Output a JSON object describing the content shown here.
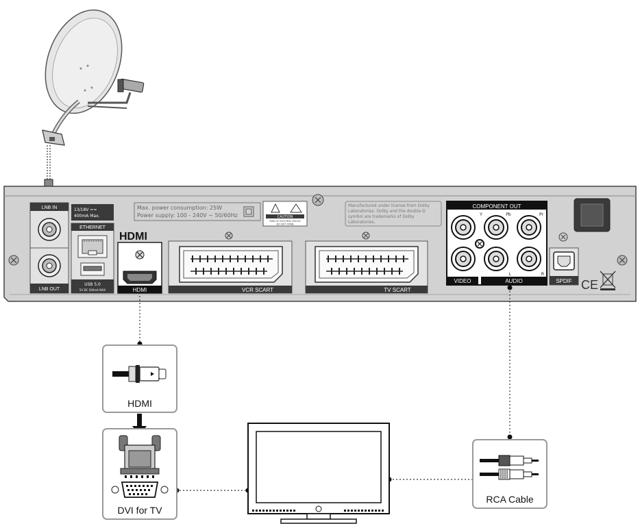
{
  "panel": {
    "lnb_in": "LNB IN",
    "lnb_out": "LNB OUT",
    "lnb_spec": [
      "13/18V ==",
      "400mA Max."
    ],
    "ethernet": "ETHERNET",
    "usb": "USB 5.0",
    "usb_sub": "5V DC 500mA MAX",
    "power_info": [
      "Max. power consumption: 25W",
      "Power supply: 100 - 240V ~ 50/60Hz"
    ],
    "caution_title": "CAUTION",
    "caution_text": [
      "RISK OF ELECTRIC SHOCK",
      "DO NOT OPEN"
    ],
    "hdmi_logo": "HDMI",
    "hdmi_port": "HDMI",
    "vcr_scart": "VCR SCART",
    "tv_scart": "TV SCART",
    "dolby_note": [
      "Manufactured under license from Dolby",
      "Laboratories. Dolby and the double-D",
      "symbol are trademarks of Dolby",
      "Laboratories."
    ],
    "component_out": "COMPONENT OUT",
    "y": "Y",
    "pb": "Pb",
    "pr": "Pr",
    "video": "VIDEO",
    "audio": "AUDIO",
    "l": "L",
    "r": "R",
    "spdif": "SPDIF",
    "ce": "CE"
  },
  "devices": {
    "hdmi_cable": "HDMI",
    "dvi": "DVI for TV",
    "rca": "RCA Cable"
  },
  "colors": {
    "panel_fill": "#d0d0d0",
    "dark_label": "#3a3a3a",
    "black": "#111111"
  }
}
